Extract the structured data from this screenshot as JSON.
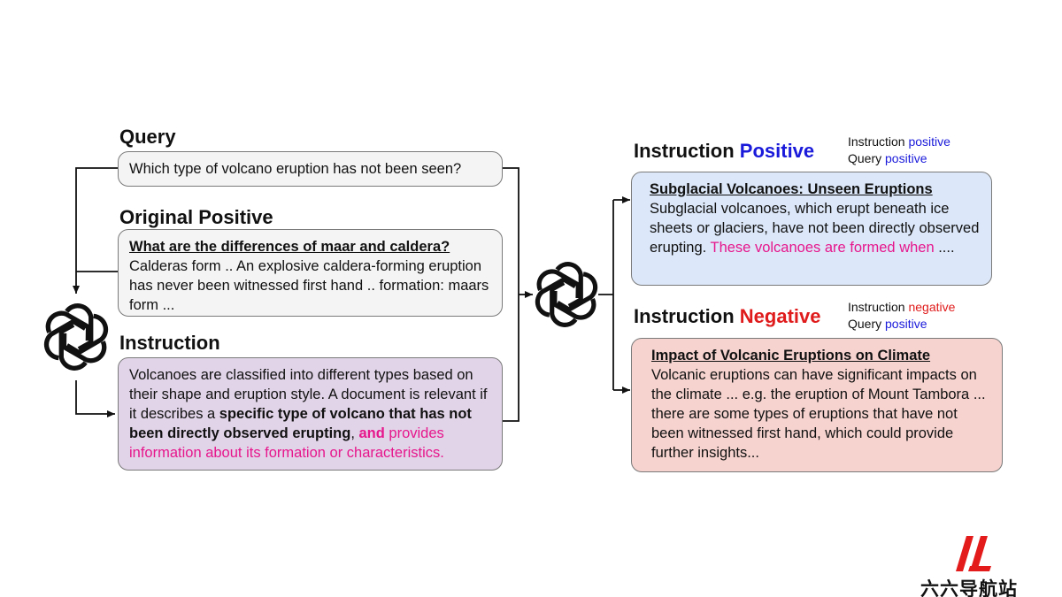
{
  "query": {
    "heading": "Query",
    "text": "Which type of volcano eruption has not been seen?"
  },
  "original_positive": {
    "heading": "Original Positive",
    "title": "What are the differences of maar and caldera?",
    "body": "Calderas form .. An explosive caldera-forming eruption has never been witnessed first hand .. formation: maars form ..."
  },
  "instruction": {
    "heading": "Instruction",
    "text_1": "Volcanoes are classified into different types based on their shape and eruption style. A document is relevant if it describes a ",
    "bold_1": "specific type of volcano that has not been directly observed erupting",
    "text_2": ", ",
    "bold_pink": "and",
    "pink_text": " provides information about its formation or characteristics."
  },
  "instruction_positive": {
    "heading_prefix": "Instruction ",
    "heading_colored": "Positive",
    "legend_instruction_label": "Instruction",
    "legend_instruction_value": "positive",
    "legend_query_label": "Query",
    "legend_query_value": "positive",
    "title": "Subglacial Volcanoes: Unseen Eruptions",
    "body": "Subglacial volcanoes, which erupt beneath ice sheets or glaciers, have not been directly observed erupting. ",
    "pink_text": "These volcanoes are formed when",
    "tail": " ...."
  },
  "instruction_negative": {
    "heading_prefix": "Instruction ",
    "heading_colored": "Negative",
    "legend_instruction_label": "Instruction",
    "legend_instruction_value": "negative",
    "legend_query_label": "Query",
    "legend_query_value": "positive",
    "title": "Impact of Volcanic Eruptions on Climate",
    "body": "Volcanic eruptions can have significant impacts on the climate ... e.g. the eruption of Mount Tambora ... there are some types of eruptions that have not been witnessed first hand, which could provide further insights..."
  },
  "icons": {
    "model_left": "openai-logo-icon",
    "model_center": "openai-logo-icon"
  },
  "colors": {
    "query_box": "#f4f4f4",
    "original_box": "#f4f4f4",
    "instruction_box": "#e2d4e8",
    "positive_box": "#dce8f9",
    "negative_box": "#f6d3cf",
    "pink": "#e6168c",
    "blue": "#1a1adb",
    "red": "#e01b1b"
  },
  "watermark": {
    "text": "六六导航站"
  }
}
